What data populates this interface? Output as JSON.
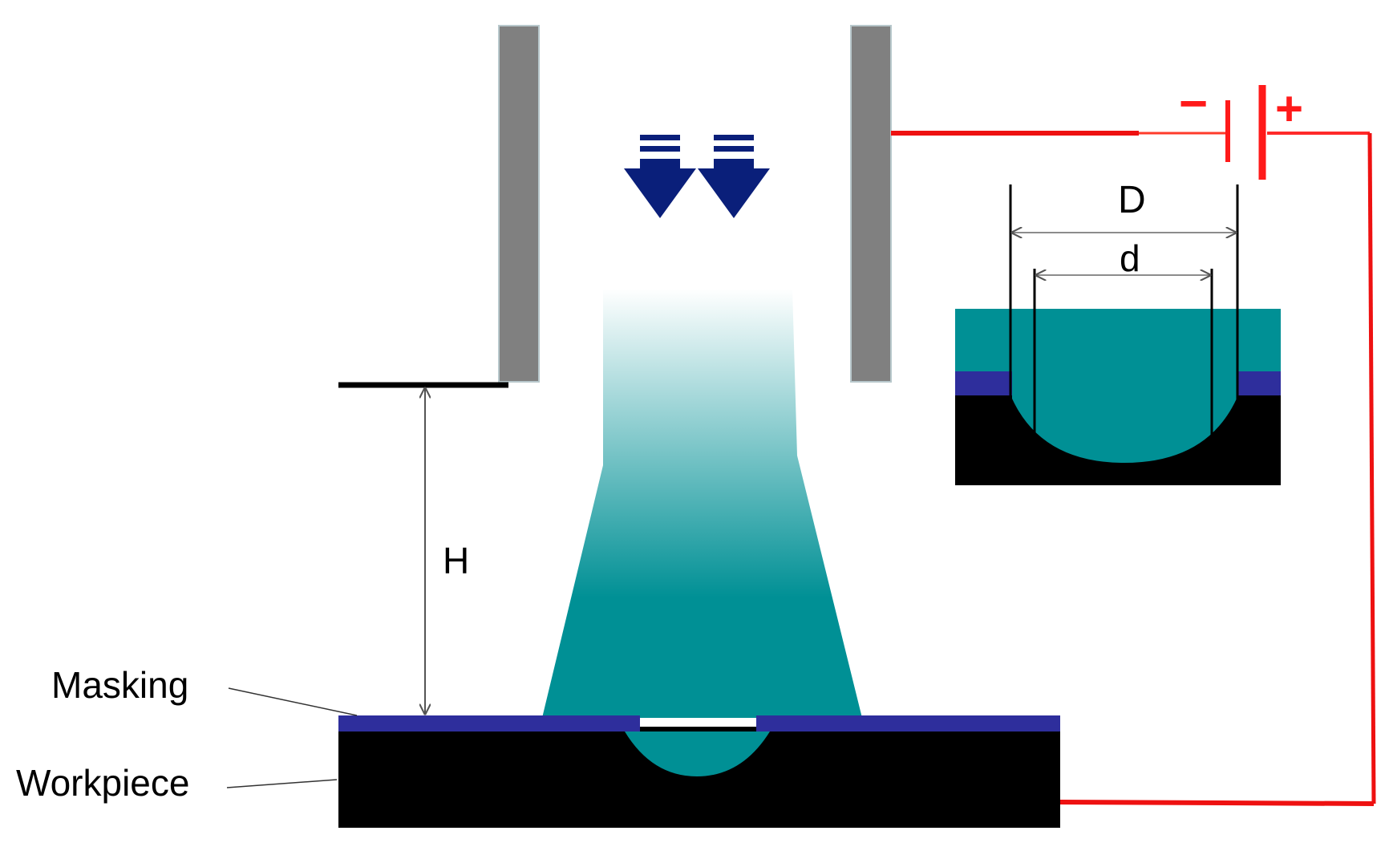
{
  "labels": {
    "height": "H",
    "masking": "Masking",
    "workpiece": "Workpiece",
    "outer_diameter": "D",
    "inner_diameter": "d",
    "polarity_negative": "−",
    "polarity_positive": "+"
  },
  "colors": {
    "background": "#ffffff",
    "nozzle_wall": "#808080",
    "jet_arrow": "#0a1f7a",
    "electrolyte": "#009095",
    "masking": "#2e2e9c",
    "workpiece": "#000000",
    "circuit": "#ff0000"
  }
}
